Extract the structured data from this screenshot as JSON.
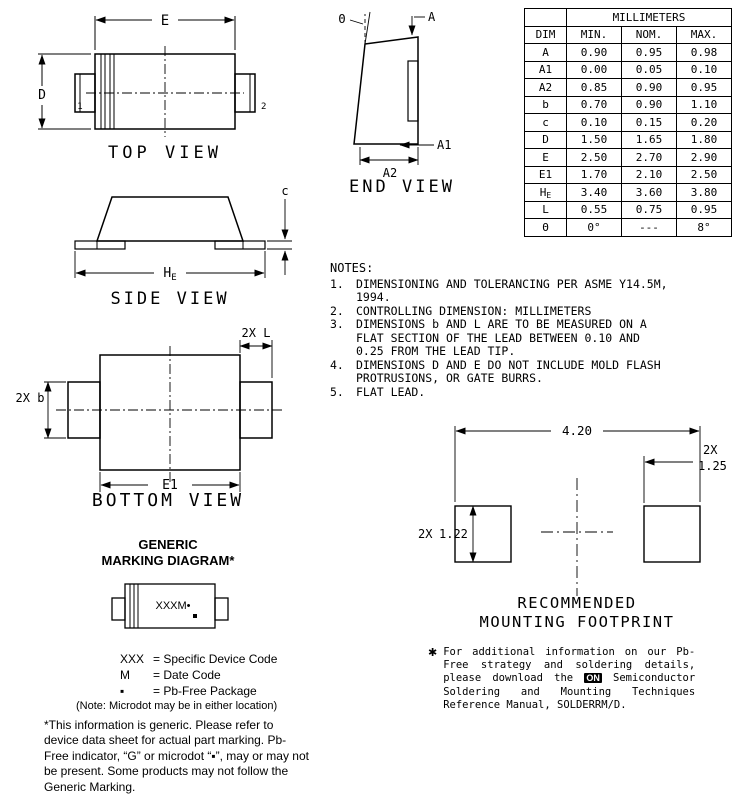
{
  "page": {
    "background": "#ffffff",
    "ink": "#000000"
  },
  "views": {
    "top": {
      "title": "TOP VIEW",
      "dim_e": "E",
      "dim_d": "D",
      "pin1": "1",
      "pin2": "2"
    },
    "end": {
      "title": "END VIEW",
      "dim_a": "A",
      "dim_theta": "Θ",
      "dim_a1": "A1",
      "dim_a2": "A2"
    },
    "side": {
      "title": "SIDE VIEW",
      "dim_c": "c",
      "dim_he_main": "H",
      "dim_he_sub": "E"
    },
    "bottom": {
      "title": "BOTTOM VIEW",
      "dim_l": "2X L",
      "dim_b": "2X b",
      "dim_e1": "E1"
    }
  },
  "table": {
    "header_group": "MILLIMETERS",
    "columns": [
      "DIM",
      "MIN.",
      "NOM.",
      "MAX."
    ],
    "rows": [
      {
        "dim": "A",
        "min": "0.90",
        "nom": "0.95",
        "max": "0.98"
      },
      {
        "dim": "A1",
        "min": "0.00",
        "nom": "0.05",
        "max": "0.10"
      },
      {
        "dim": "A2",
        "min": "0.85",
        "nom": "0.90",
        "max": "0.95"
      },
      {
        "dim": "b",
        "min": "0.70",
        "nom": "0.90",
        "max": "1.10"
      },
      {
        "dim": "c",
        "min": "0.10",
        "nom": "0.15",
        "max": "0.20"
      },
      {
        "dim": "D",
        "min": "1.50",
        "nom": "1.65",
        "max": "1.80"
      },
      {
        "dim": "E",
        "min": "2.50",
        "nom": "2.70",
        "max": "2.90"
      },
      {
        "dim": "E1",
        "min": "1.70",
        "nom": "2.10",
        "max": "2.50"
      },
      {
        "dim": "H",
        "dim_sub": "E",
        "min": "3.40",
        "nom": "3.60",
        "max": "3.80"
      },
      {
        "dim": "L",
        "min": "0.55",
        "nom": "0.75",
        "max": "0.95"
      },
      {
        "dim": "Θ",
        "min": "0°",
        "nom": "---",
        "max": "8°"
      }
    ]
  },
  "notes": {
    "title": "NOTES:",
    "items": [
      {
        "num": "1.",
        "text": "DIMENSIONING AND TOLERANCING PER ASME Y14.5M, 1994."
      },
      {
        "num": "2.",
        "text": "CONTROLLING DIMENSION: MILLIMETERS"
      },
      {
        "num": "3.",
        "text": "DIMENSIONS b AND L ARE TO BE MEASURED ON A FLAT SECTION OF THE LEAD BETWEEN 0.10 AND 0.25 FROM THE LEAD TIP."
      },
      {
        "num": "4.",
        "text": "DIMENSIONS D AND E DO NOT INCLUDE MOLD FLASH PROTRUSIONS, OR GATE BURRS."
      },
      {
        "num": "5.",
        "text": "FLAT LEAD."
      }
    ]
  },
  "footprint": {
    "title_line1": "RECOMMENDED",
    "title_line2": "MOUNTING FOOTPRINT",
    "dim_overall": "4.20",
    "pad_width_prefix": "2X",
    "pad_width": "1.25",
    "pad_height_prefix": "2X",
    "pad_height": "1.22"
  },
  "marking": {
    "title_line1": "GENERIC",
    "title_line2": "MARKING DIAGRAM*",
    "package_text": "XXXM•",
    "legend": [
      {
        "sym": "XXX",
        "desc": "= Specific Device Code"
      },
      {
        "sym": "M",
        "desc": "= Date Code"
      },
      {
        "sym": "▪",
        "desc": "= Pb-Free Package"
      }
    ],
    "note": "(Note: Microdot may be in either location)",
    "footnote": "*This information is generic. Please refer to device data sheet for actual part marking. Pb-Free indicator, “G” or microdot “▪”, may or may not be present. Some products may not follow the Generic Marking."
  },
  "pbfree_note": {
    "star": "✱",
    "before": "For additional information on our Pb-Free strategy and soldering details, please download the ",
    "logo": "ON",
    "after": " Semiconductor Soldering and Mounting Techniques Reference Manual, SOLDERRM/D."
  }
}
